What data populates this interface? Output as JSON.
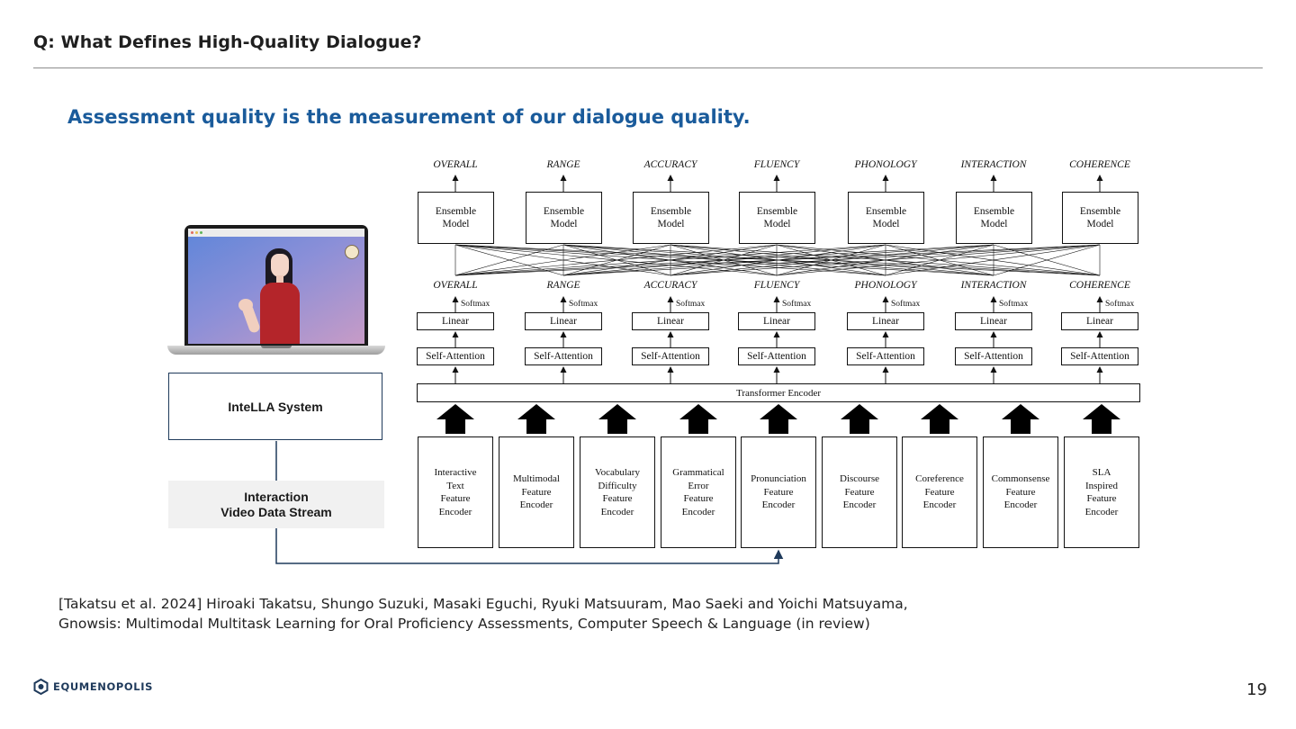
{
  "slide": {
    "title": "Q: What Defines High-Quality Dialogue?",
    "headline": "Assessment quality is the measurement of our dialogue quality.",
    "page_number": "19"
  },
  "left_panel": {
    "system_label": "InteLLA System",
    "stream_label": "Interaction\nVideo Data Stream"
  },
  "diagram": {
    "heads": [
      {
        "top_label": "OVERALL",
        "ensemble": "Ensemble\nModel",
        "mid_label": "OVERALL",
        "softmax": "Softmax",
        "linear": "Linear",
        "attention": "Self-Attention"
      },
      {
        "top_label": "RANGE",
        "ensemble": "Ensemble\nModel",
        "mid_label": "RANGE",
        "softmax": "Softmax",
        "linear": "Linear",
        "attention": "Self-Attention"
      },
      {
        "top_label": "ACCURACY",
        "ensemble": "Ensemble\nModel",
        "mid_label": "ACCURACY",
        "softmax": "Softmax",
        "linear": "Linear",
        "attention": "Self-Attention"
      },
      {
        "top_label": "FLUENCY",
        "ensemble": "Ensemble\nModel",
        "mid_label": "FLUENCY",
        "softmax": "Softmax",
        "linear": "Linear",
        "attention": "Self-Attention"
      },
      {
        "top_label": "PHONOLOGY",
        "ensemble": "Ensemble\nModel",
        "mid_label": "PHONOLOGY",
        "softmax": "Softmax",
        "linear": "Linear",
        "attention": "Self-Attention"
      },
      {
        "top_label": "INTERACTION",
        "ensemble": "Ensemble\nModel",
        "mid_label": "INTERACTION",
        "softmax": "Softmax",
        "linear": "Linear",
        "attention": "Self-Attention"
      },
      {
        "top_label": "COHERENCE",
        "ensemble": "Ensemble\nModel",
        "mid_label": "COHERENCE",
        "softmax": "Softmax",
        "linear": "Linear",
        "attention": "Self-Attention"
      }
    ],
    "transformer": "Transformer Encoder",
    "encoders": [
      "Interactive\nText\nFeature\nEncoder",
      "Multimodal\nFeature\nEncoder",
      "Vocabulary\nDifficulty\nFeature\nEncoder",
      "Grammatical\nError\nFeature\nEncoder",
      "Pronunciation\nFeature\nEncoder",
      "Discourse\nFeature\nEncoder",
      "Coreference\nFeature\nEncoder",
      "Commonsense\nFeature\nEncoder",
      "SLA\nInspired\nFeature\nEncoder"
    ]
  },
  "citation": {
    "line1": "[Takatsu et al. 2024] Hiroaki Takatsu, Shungo Suzuki, Masaki Eguchi, Ryuki Matsuuram, Mao Saeki and Yoichi Matsuyama,",
    "line2": "Gnowsis: Multimodal Multitask Learning for Oral Proficiency Assessments, Computer Speech & Language (in review)"
  },
  "footer": {
    "logo_text": "EQUMENOPOLIS"
  },
  "colors": {
    "headline": "#1a5b9b",
    "navy": "#1f3a5b",
    "stream_bg": "#f1f1f1"
  }
}
